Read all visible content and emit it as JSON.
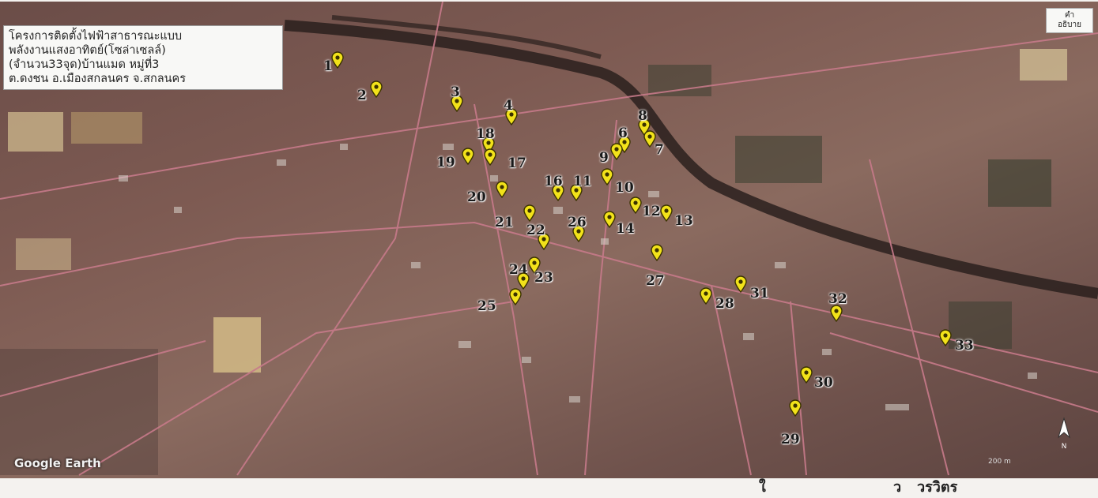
{
  "title_lines": [
    "โครงการติดตั้งไฟฟ้าสาธารณะแบบ",
    "พลังงานแสงอาทิตย์(โซล่าเซลล์)",
    "(จำนวน33จุด)บ้านแมด หมู่ที่3",
    "ต.ดงชน อ.เมืองสกลนคร จ.สกลนคร"
  ],
  "legend_button": [
    "คำ",
    "อธิบาย"
  ],
  "attribution": "Google Earth",
  "scale_label": "200 m",
  "north_label": "N",
  "colors": {
    "pin": "#f2e21a",
    "pin_outline": "#3a3200",
    "road": "#c77a8a",
    "river": "#2e2420"
  },
  "markers": [
    "1",
    "2",
    "3",
    "4",
    "6",
    "8",
    "7",
    "9",
    "18",
    "19",
    "17",
    "20",
    "16",
    "11",
    "10",
    "12",
    "13",
    "21",
    "22",
    "26",
    "14",
    "24",
    "23",
    "27",
    "31",
    "28",
    "25",
    "32",
    "33",
    "30",
    "29"
  ],
  "bottom_fragments": [
    "ใ",
    "ว",
    "วรวิตร"
  ]
}
